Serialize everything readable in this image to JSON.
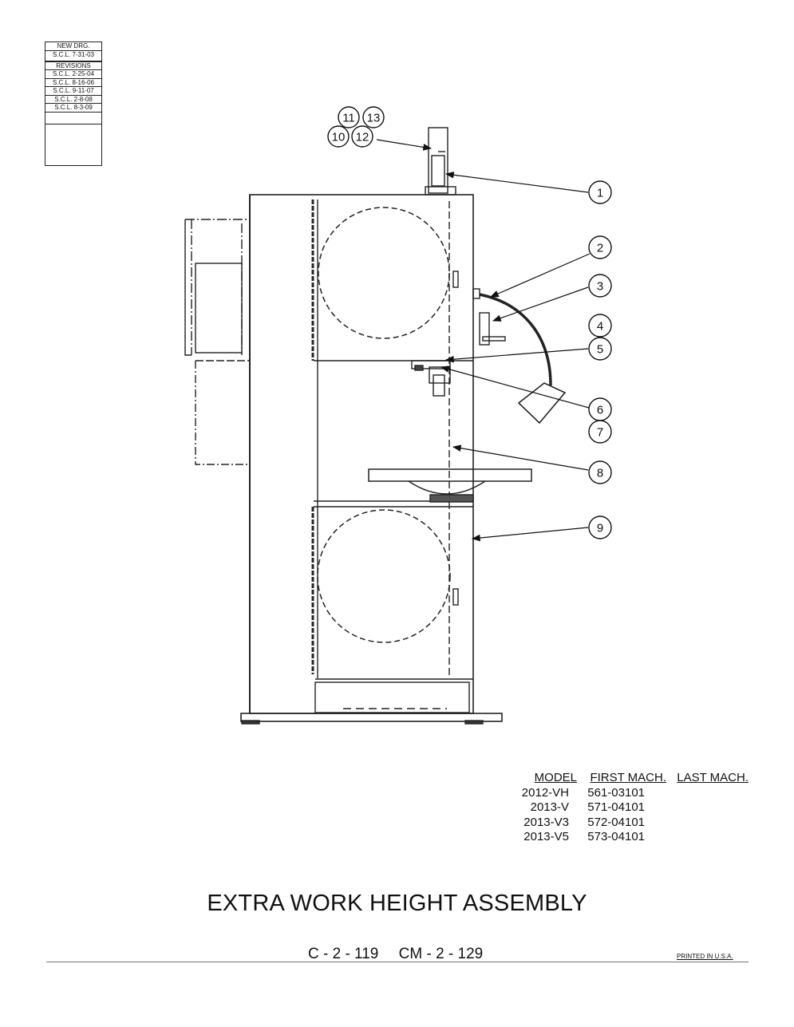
{
  "revision_block": {
    "new_drawing": "NEW DRG.",
    "new_drawing_date": "S.C.L. 7-31-03",
    "revisions_label": "REVISIONS",
    "revisions": [
      "S.C.L. 2-25-04",
      "S.C.L. 8-16-06",
      "S.C.L. 9-11-07",
      "S.C.L. 2-8-08",
      "S.C.L. 8-3-09"
    ]
  },
  "callouts": {
    "c1": "1",
    "c2": "2",
    "c3": "3",
    "c4": "4",
    "c5": "5",
    "c6": "6",
    "c7": "7",
    "c8": "8",
    "c9": "9",
    "c10": "10",
    "c11": "11",
    "c12": "12",
    "c13": "13"
  },
  "model_table": {
    "headers": {
      "model": "MODEL",
      "first": "FIRST MACH.",
      "last": "LAST MACH."
    },
    "rows": [
      {
        "model": "2012-VH",
        "first": "561-03101"
      },
      {
        "model": "2013-V",
        "first": "571-04101"
      },
      {
        "model": "2013-V3",
        "first": "572-04101"
      },
      {
        "model": "2013-V5",
        "first": "573-04101"
      }
    ]
  },
  "title": "EXTRA WORK HEIGHT ASSEMBLY",
  "drawing_numbers": [
    "C - 2 - 119",
    "CM - 2 - 129"
  ],
  "printed": "PRINTED IN U.S.A."
}
